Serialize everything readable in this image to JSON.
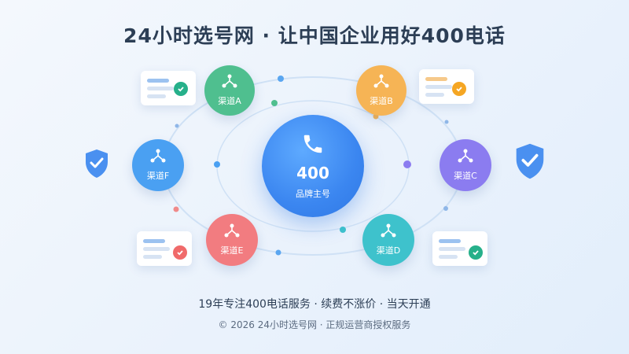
{
  "header": {
    "title": "24小时选号网 · 让中国企业用好400电话"
  },
  "hub": {
    "number": "400",
    "subtitle": "品牌主号",
    "icon": "phone-icon",
    "color": "#3b86f0"
  },
  "channels": [
    {
      "label": "渠道A",
      "color": "#4fbf8f",
      "icon": "network-icon"
    },
    {
      "label": "渠道B",
      "color": "#f6b455",
      "icon": "network-icon"
    },
    {
      "label": "渠道C",
      "color": "#8b7cf0",
      "icon": "network-icon"
    },
    {
      "label": "渠道D",
      "color": "#3ec2cc",
      "icon": "network-icon"
    },
    {
      "label": "渠道E",
      "color": "#f27c80",
      "icon": "network-icon"
    },
    {
      "label": "渠道F",
      "color": "#4aa0f2",
      "icon": "network-icon"
    }
  ],
  "footer": {
    "tagline": "19年专注400电话服务 · 续费不涨价 · 当天开通",
    "copyright": "© 2026 24小时选号网 · 正规运营商授权服务"
  },
  "colors": {
    "text_dark": "#2c3e55",
    "shield": "#4a90f0",
    "check_green": "#26b08a",
    "check_orange": "#f5a623",
    "check_red": "#f06a6a"
  }
}
